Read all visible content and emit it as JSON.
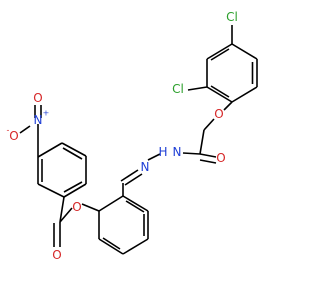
{
  "structure": {
    "atoms": {
      "cl_top": {
        "text": "Cl",
        "color": "#2ca02c"
      },
      "cl_mid": {
        "text": "Cl",
        "color": "#2ca02c"
      },
      "o_ether": {
        "text": "O",
        "color": "#d62728"
      },
      "o_amide": {
        "text": "O",
        "color": "#d62728"
      },
      "nh": {
        "text": "H",
        "color": "#1f3fd6"
      },
      "n_amide": {
        "text": "N",
        "color": "#1f3fd6"
      },
      "n_imine": {
        "text": "N",
        "color": "#1f3fd6"
      },
      "o_ester": {
        "text": "O",
        "color": "#d62728"
      },
      "o_carbonyl": {
        "text": "O",
        "color": "#d62728"
      },
      "n_nitro": {
        "text": "N",
        "color": "#1f3fd6"
      },
      "n_nitro_charge": {
        "text": "+",
        "color": "#1f3fd6"
      },
      "o_nitro_top": {
        "text": "O",
        "color": "#d62728"
      },
      "o_nitro_left": {
        "text": "O",
        "color": "#d62728"
      },
      "o_nitro_charge": {
        "text": "-",
        "color": "#d62728"
      }
    }
  }
}
